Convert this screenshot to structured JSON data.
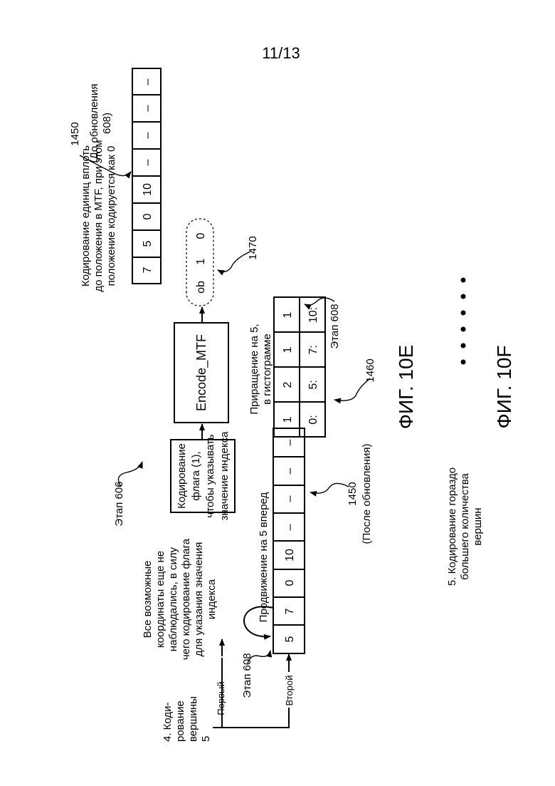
{
  "page_number": "11/13",
  "fig_e": "ФИГ. 10E",
  "fig_f": "ФИГ. 10F",
  "step4": [
    "4. Коди-",
    "рование",
    "вершины",
    "5"
  ],
  "first_label": "Первый",
  "second_label": "Второй",
  "not_observed_note": [
    "Все возможные",
    "координаты еще не",
    "наблюдались, в силу",
    "чего кодирование флага",
    "для указания значения",
    "индекса"
  ],
  "step606": "Этап 606",
  "flag_box": [
    "Кодирование",
    "флага (1),",
    "чтобы указывать",
    "значение индекса"
  ],
  "encode_box": "Encode_MTF",
  "mtf_note": [
    "Кодирование единиц вплоть",
    "до положения в MTF, при этом",
    "положение кодируется как 0"
  ],
  "mtf_before": [
    "7",
    "5",
    "0",
    "10",
    "–",
    "–",
    "–",
    "–"
  ],
  "ref1450_top": "1450",
  "before_update": [
    "(До обновления",
    "608)"
  ],
  "ob_cells": [
    "ob",
    "1",
    "0"
  ],
  "ref1470": "1470",
  "step608_top": "Этап 608",
  "hist_title": [
    "Приращение на 5,",
    "в гистограмме"
  ],
  "hist_counts": [
    "1",
    "2",
    "1",
    "1"
  ],
  "hist_keys": [
    "0:",
    "5:",
    "7:",
    "10:"
  ],
  "ref1460": "1460",
  "mtf_after_title": "Продвижение на 5 вперед",
  "mtf_after": [
    "5",
    "7",
    "0",
    "10",
    "–",
    "–",
    "–",
    "–"
  ],
  "step608_bottom": "Этап 608",
  "ref1450_bottom": "1450",
  "after_update": "(После обновления)",
  "step5": [
    "5. Кодирование гораздо",
    "большего количества",
    "вершин"
  ]
}
